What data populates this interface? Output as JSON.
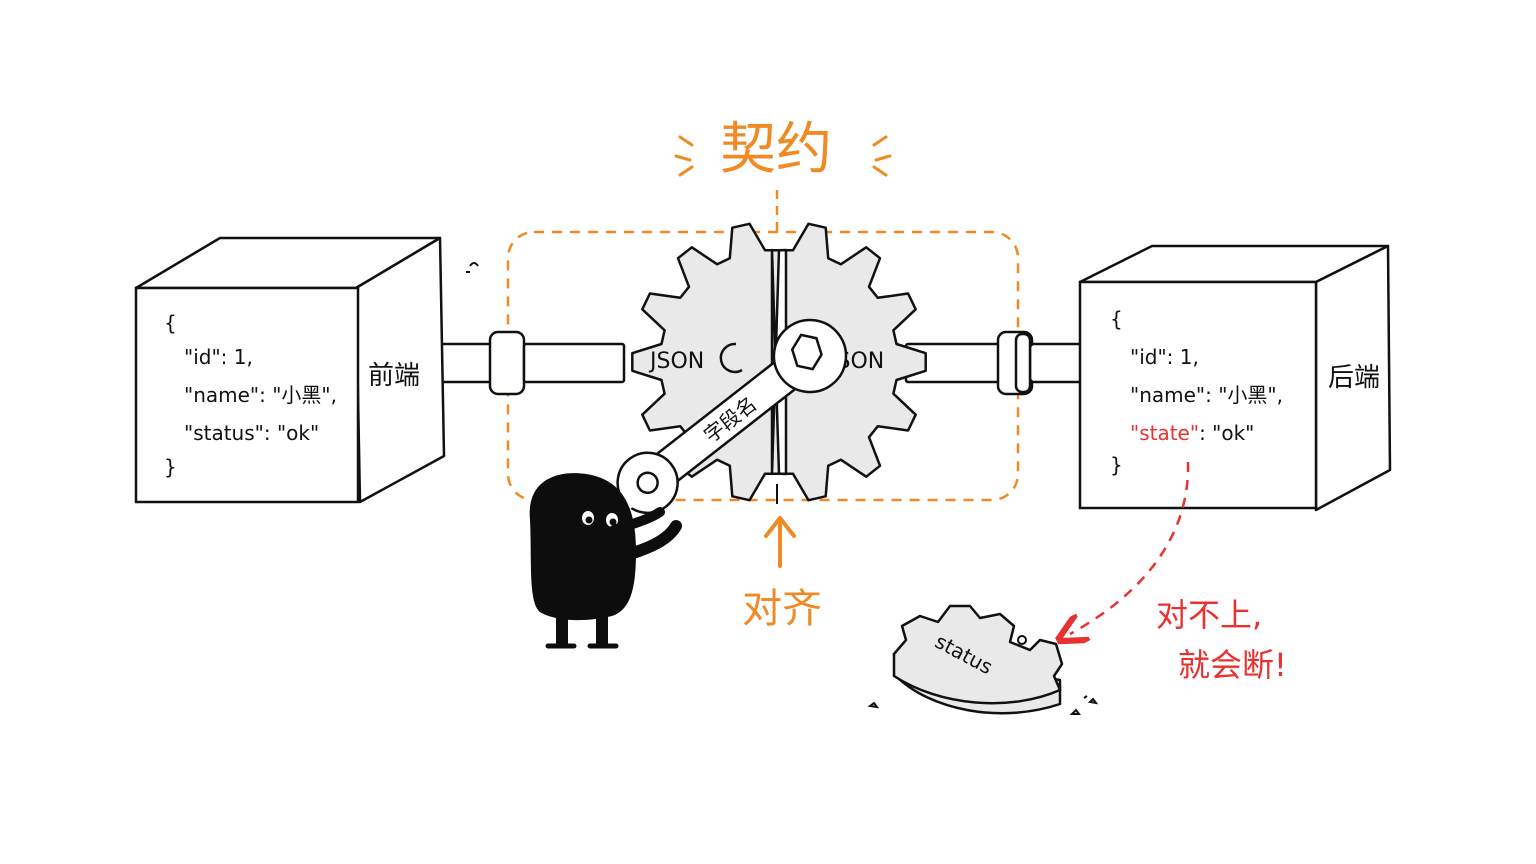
{
  "contract": {
    "label": "契约"
  },
  "align": {
    "label": "对齐"
  },
  "frontend": {
    "label": "前端",
    "code": {
      "open": "{",
      "id_line": "\"id\": 1,",
      "name_line": "\"name\": \"小黑\",",
      "status_line": "\"status\": \"ok\"",
      "close": "}"
    }
  },
  "backend": {
    "label": "后端",
    "code": {
      "open": "{",
      "id_line": "\"id\": 1,",
      "name_line": "\"name\": \"小黑\",",
      "state_key": "\"state\"",
      "state_rest": ": \"ok\"",
      "close": "}"
    }
  },
  "gears": {
    "left_label": "JSON",
    "right_label": "JSON",
    "broken_label": "status"
  },
  "wrench": {
    "label": "字段名"
  },
  "error": {
    "line1": "对不上,",
    "line2": "就会断!"
  },
  "colors": {
    "contract": "#f08a24",
    "error": "#e8322f",
    "ink": "#111111",
    "gear_fill": "#e9e9e9"
  }
}
